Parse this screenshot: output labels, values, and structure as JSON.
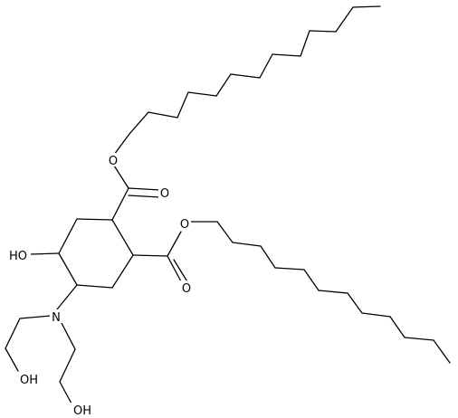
{
  "molecule": {
    "labels": {
      "ester_o_top": "O",
      "carbonyl_o_top": "O",
      "ester_o_right": "O",
      "carbonyl_o_right": "O",
      "hydroxyl_ring": "HO",
      "amine_n": "N",
      "hydroxyl_chain_1": "OH",
      "hydroxyl_chain_2": "OH"
    },
    "colors": {
      "bond": "#000000",
      "text": "#000000",
      "background": "#ffffff"
    }
  }
}
